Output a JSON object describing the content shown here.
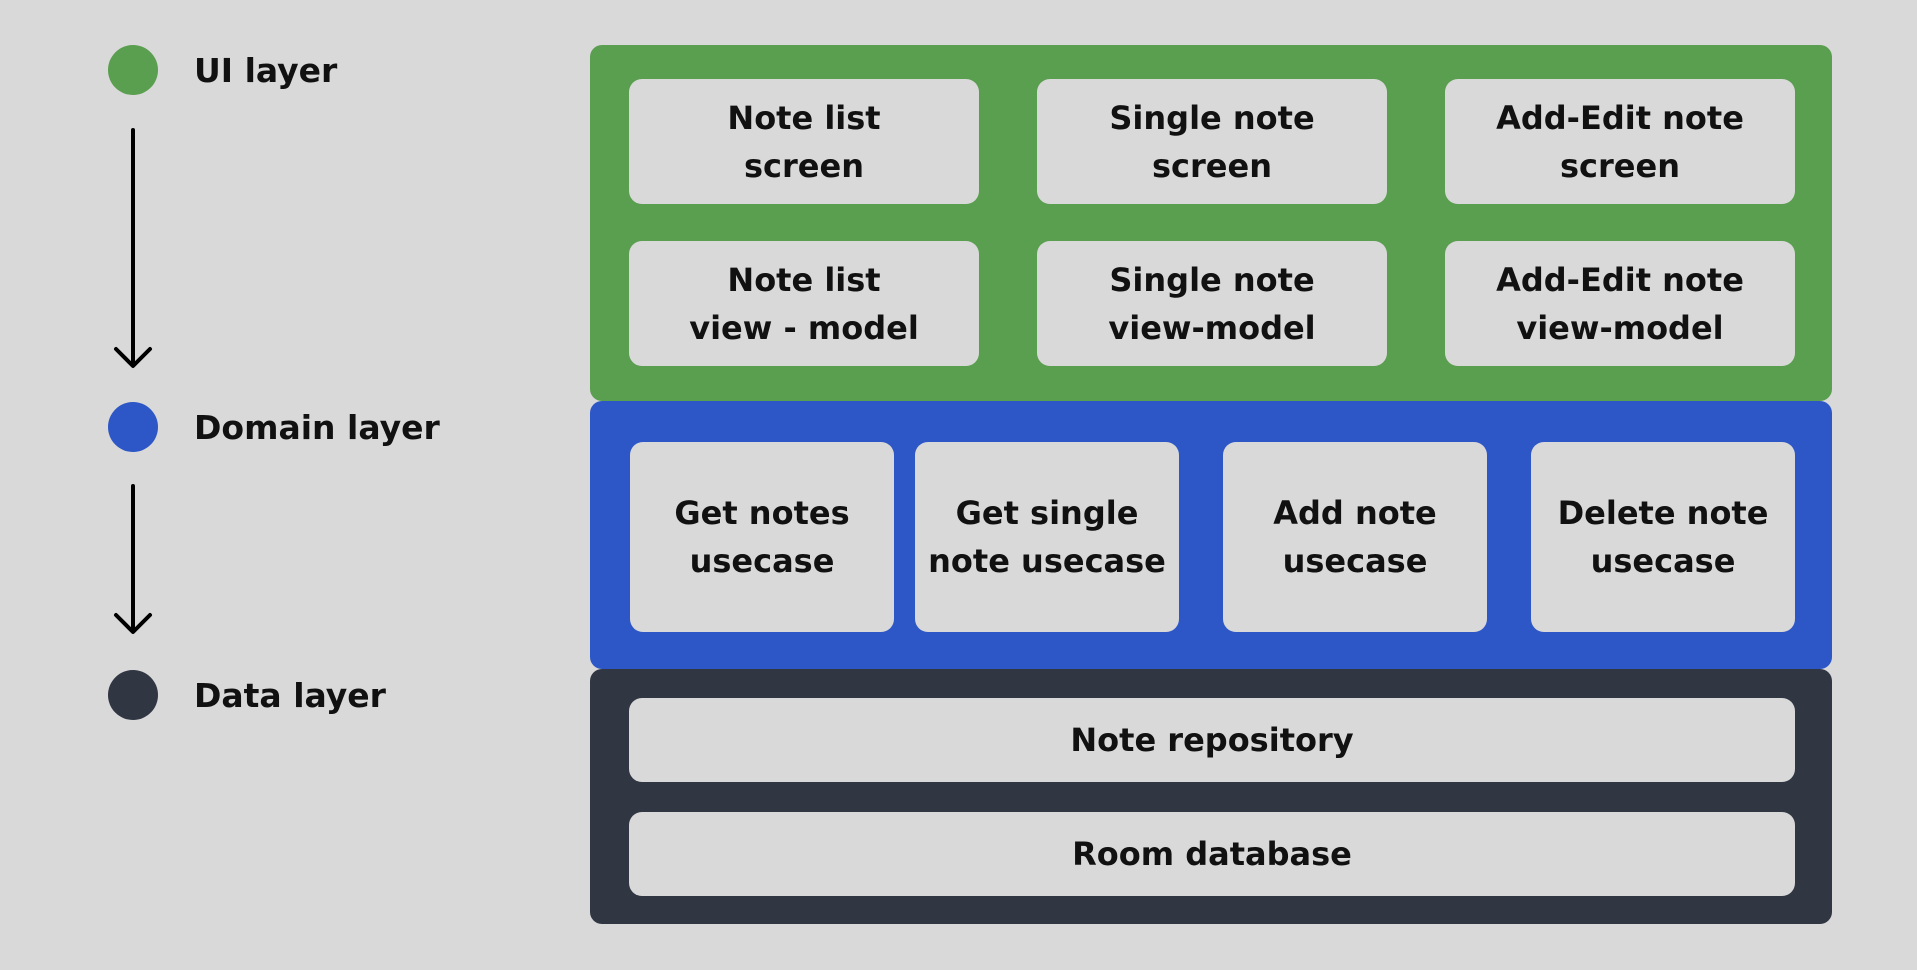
{
  "colors": {
    "background": "#d9d9d9",
    "ui_layer": "#5a9e4f",
    "domain_layer": "#2d57c6",
    "data_layer": "#313643",
    "box": "#d9d9d9",
    "text": "#111111"
  },
  "legend": {
    "ui_label": "UI layer",
    "domain_label": "Domain layer",
    "data_label": "Data layer"
  },
  "ui_layer": {
    "boxes": [
      "Note list\nscreen",
      "Single note\nscreen",
      "Add-Edit note\nscreen",
      "Note list\nview - model",
      "Single note\nview-model",
      "Add-Edit note\nview-model"
    ]
  },
  "domain_layer": {
    "boxes": [
      "Get notes\nusecase",
      "Get single\nnote usecase",
      "Add note\nusecase",
      "Delete note\nusecase"
    ]
  },
  "data_layer": {
    "boxes": [
      "Note repository",
      "Room database"
    ]
  }
}
